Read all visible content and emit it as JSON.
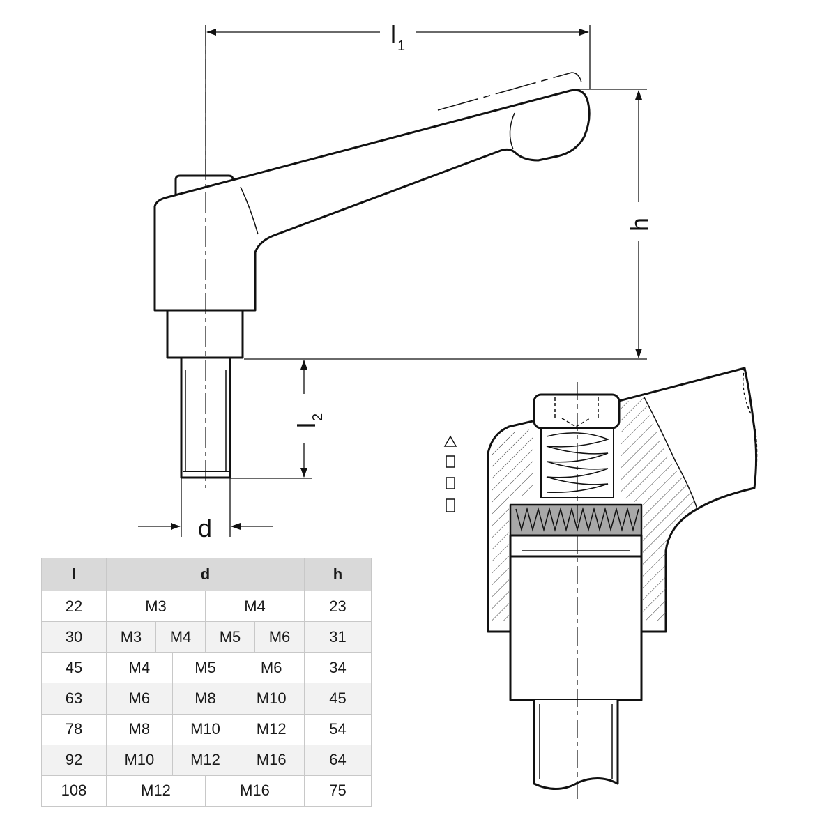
{
  "dimensions": {
    "l1": "l",
    "l1_sub": "1",
    "h": "h",
    "l2": "l",
    "l2_sub": "2",
    "d": "d"
  },
  "table": {
    "headers": [
      "l",
      "d",
      "h"
    ],
    "rows": [
      {
        "l": "22",
        "d": [
          "M3",
          "M4"
        ],
        "h": "23"
      },
      {
        "l": "30",
        "d": [
          "M3",
          "M4",
          "M5",
          "M6"
        ],
        "h": "31"
      },
      {
        "l": "45",
        "d": [
          "M4",
          "M5",
          "M6"
        ],
        "h": "34"
      },
      {
        "l": "63",
        "d": [
          "M6",
          "M8",
          "M10"
        ],
        "h": "45"
      },
      {
        "l": "78",
        "d": [
          "M8",
          "M10",
          "M12"
        ],
        "h": "54"
      },
      {
        "l": "92",
        "d": [
          "M10",
          "M12",
          "M16"
        ],
        "h": "64"
      },
      {
        "l": "108",
        "d": [
          "M12",
          "M16"
        ],
        "h": "75"
      }
    ]
  }
}
